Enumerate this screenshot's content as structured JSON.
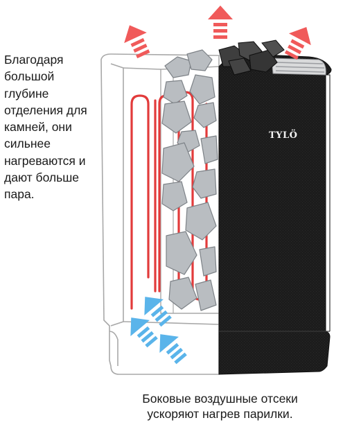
{
  "brand": {
    "logo_text": "TYLÖ"
  },
  "captions": {
    "side_note": "Благодаря\nбольшой\nглубине\nотделения для\nкамней, они\nсильнее\nнагреваются и\nдают больше\nпара.",
    "bottom_note": "Боковые воздушные отсеки\nускоряют нагрев парилки."
  },
  "colors": {
    "hot_air_arrow": "#f05a5a",
    "cool_air_arrow": "#5ab4ea",
    "heating_element": "#e23b3b",
    "stone": "#b9bdc1",
    "stone_outline": "#7d8287",
    "casing_black": "#1c1c1c",
    "body_outline": "#a8a8a8"
  },
  "icons": {
    "hot_air": "arrow-up-dashed-icon",
    "cool_air": "arrow-up-dashed-icon"
  }
}
